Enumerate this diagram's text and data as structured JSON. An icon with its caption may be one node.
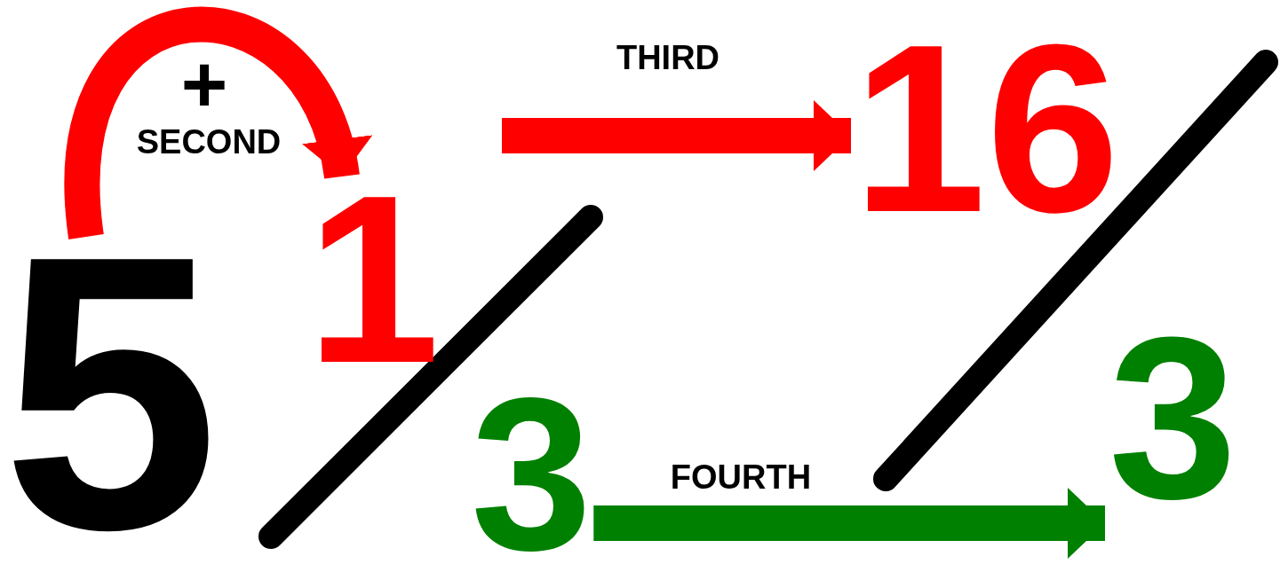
{
  "diagram": {
    "nodes": [
      {
        "text": [
          "5"
        ]
      },
      {
        "text": [
          "1"
        ]
      },
      {
        "text": [
          "3"
        ]
      },
      {
        "text": [
          "16"
        ]
      },
      {
        "text": [
          "3"
        ]
      }
    ],
    "edges": [
      {
        "from": 0,
        "to": 1,
        "arrow": "to",
        "label": "SECOND"
      },
      {
        "from": null,
        "to": 3,
        "arrow": "to",
        "label": "THIRD"
      },
      {
        "from": 2,
        "to": 4,
        "arrow": "to",
        "label": "FOURTH",
        "color": "#008000"
      }
    ],
    "labels": [
      "+"
    ]
  }
}
